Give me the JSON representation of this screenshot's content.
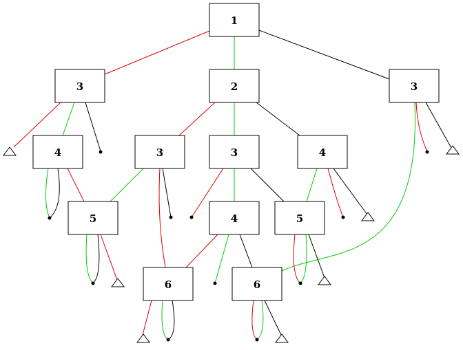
{
  "colors": {
    "red": "#e00000",
    "green": "#00cc00",
    "black": "#000000"
  },
  "nodes": [
    {
      "id": "n1",
      "label": "1"
    },
    {
      "id": "n3a",
      "label": "3"
    },
    {
      "id": "n2",
      "label": "2"
    },
    {
      "id": "n3b",
      "label": "3"
    },
    {
      "id": "n4a",
      "label": "4"
    },
    {
      "id": "n3c",
      "label": "3"
    },
    {
      "id": "n3d",
      "label": "3"
    },
    {
      "id": "n4b",
      "label": "4"
    },
    {
      "id": "n5a",
      "label": "5"
    },
    {
      "id": "n4c",
      "label": "4"
    },
    {
      "id": "n5b",
      "label": "5"
    },
    {
      "id": "n6a",
      "label": "6"
    },
    {
      "id": "n6b",
      "label": "6"
    }
  ]
}
